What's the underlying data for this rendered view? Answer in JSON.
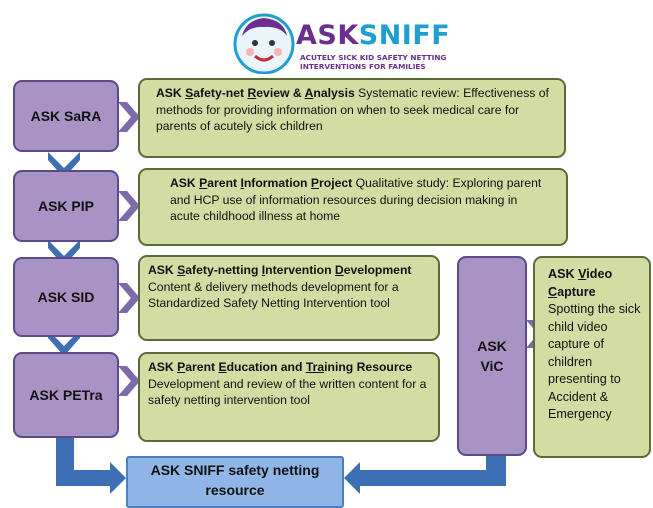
{
  "logo": {
    "wordmark_ask": "ASK",
    "wordmark_sniff": "SNIFF",
    "tagline_line1": "ACUTELY SICK KID SAFETY NETTING",
    "tagline_line2": "INTERVENTIONS FOR FAMILIES"
  },
  "stages": [
    {
      "label": "ASK SaRA",
      "title_prefix": "ASK ",
      "title_u1": "S",
      "title_r1": "afety-net  ",
      "title_u2": "R",
      "title_r2": "eview & ",
      "title_u3": "A",
      "title_r3": "nalysis",
      "description": "Systematic review: Effectiveness of methods for providing information on when to seek medical care for parents of acutely sick children"
    },
    {
      "label": "ASK PIP",
      "title_prefix": "ASK ",
      "title_u1": "P",
      "title_r1": "arent ",
      "title_u2": "I",
      "title_r2": "nformation ",
      "title_u3": "P",
      "title_r3": "roject",
      "description": "Qualitative study: Exploring parent and HCP use of information resources during decision making in acute childhood illness at home"
    },
    {
      "label": "ASK SID",
      "title_prefix": "ASK ",
      "title_u1": "S",
      "title_r1": "afety-netting ",
      "title_u2": "I",
      "title_r2": "ntervention ",
      "title_u3": "D",
      "title_r3": "evelopment",
      "description": "Content & delivery methods development for a Standardized Safety Netting Intervention  tool"
    },
    {
      "label": "ASK PETra",
      "title_prefix": "ASK ",
      "title_u1": "P",
      "title_r1": "arent ",
      "title_u2": "E",
      "title_r2": "ducation and ",
      "title_u3": "Tra",
      "title_r3": "ining Resource",
      "description": "Development and review of the written content for a safety netting intervention tool"
    }
  ],
  "vic": {
    "label_line1": "ASK",
    "label_line2": "ViC",
    "title_prefix": "ASK ",
    "title_u1": "V",
    "title_r1": "ideo ",
    "title_u2": "C",
    "title_r2": "apture",
    "description": "Spotting the sick child video capture of children presenting to Accident & Emergency"
  },
  "final": {
    "line1": "ASK SNIFF  safety netting",
    "line2": "resource"
  },
  "colors": {
    "purple_box": "#a992c4",
    "green_box": "#d3dca3",
    "arrow_blue": "#3d6fb5",
    "final_box": "#8fb6e6"
  }
}
